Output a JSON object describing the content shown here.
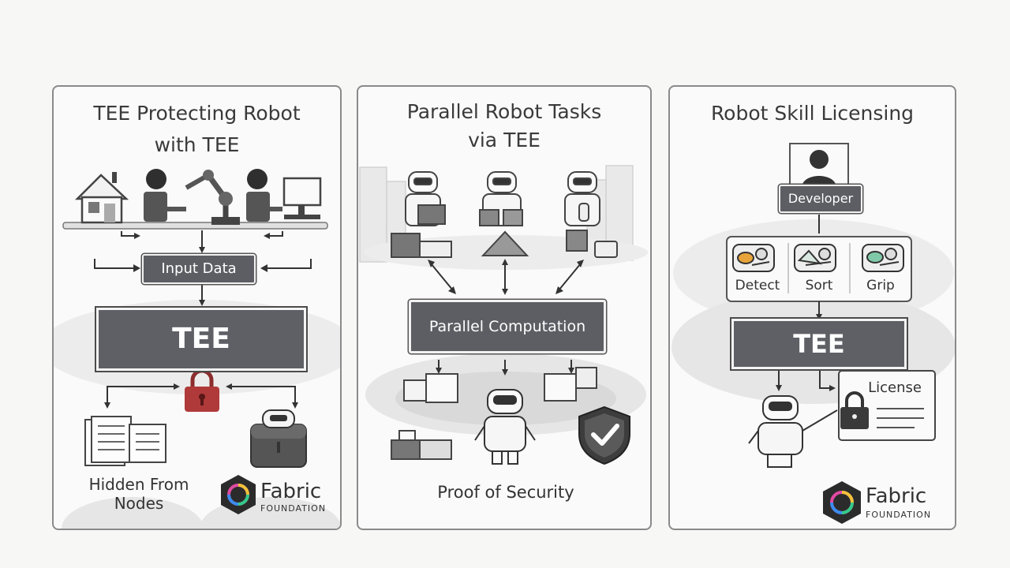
{
  "panels": [
    {
      "title_line1": "TEE Protecting Robot",
      "title_line2": "with TEE",
      "input_label": "Input Data",
      "core_label": "TEE",
      "footer_line1": "Hidden From",
      "footer_line2": "Nodes",
      "logo_name": "Fabric",
      "logo_sub": "FOUNDATION"
    },
    {
      "title_line1": "Parallel Robot Tasks",
      "title_line2": "via TEE",
      "core_label": "Parallel Computation",
      "footer": "Proof of Security"
    },
    {
      "title": "Robot Skill Licensing",
      "developer_label": "Developer",
      "skills": [
        "Detect",
        "Sort",
        "Grip"
      ],
      "core_label": "TEE",
      "license_label": "License",
      "logo_name": "Fabric",
      "logo_sub": "FOUNDATION"
    }
  ],
  "colors": {
    "dark_box": "#5d5e63",
    "lock_red": "#b03a3a",
    "border": "#8a8a8a",
    "text": "#333333"
  },
  "icons": [
    "house-icon",
    "robot-icon",
    "robot-arm-icon",
    "monitor-icon",
    "padlock-icon",
    "documents-icon",
    "shield-check-icon",
    "user-icon",
    "fabric-logo-icon"
  ]
}
